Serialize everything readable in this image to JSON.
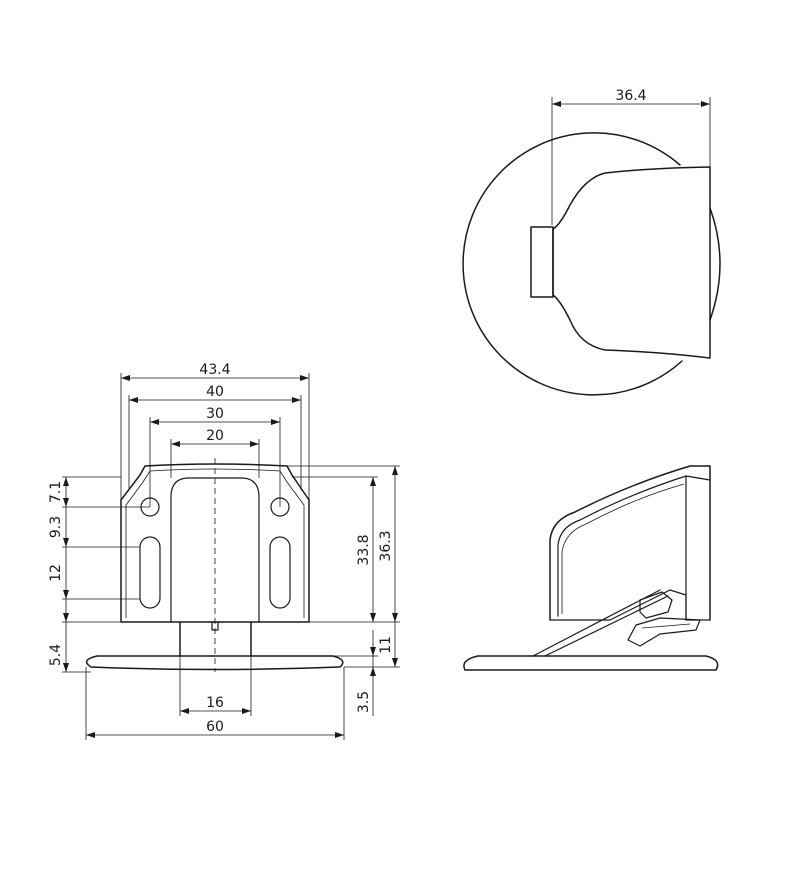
{
  "dimensions": {
    "top_width": "36.4",
    "overall_width": "43.4",
    "hole_span": "40",
    "slot_span": "30",
    "inner_span": "20",
    "base_shaft": "16",
    "base_width": "60",
    "d_7_1": "7.1",
    "d_9_3": "9.3",
    "d_12": "12",
    "d_5_4": "5.4",
    "height_33_8": "33.8",
    "height_36_3": "36.3",
    "d_11": "11",
    "d_3_5": "3.5"
  }
}
